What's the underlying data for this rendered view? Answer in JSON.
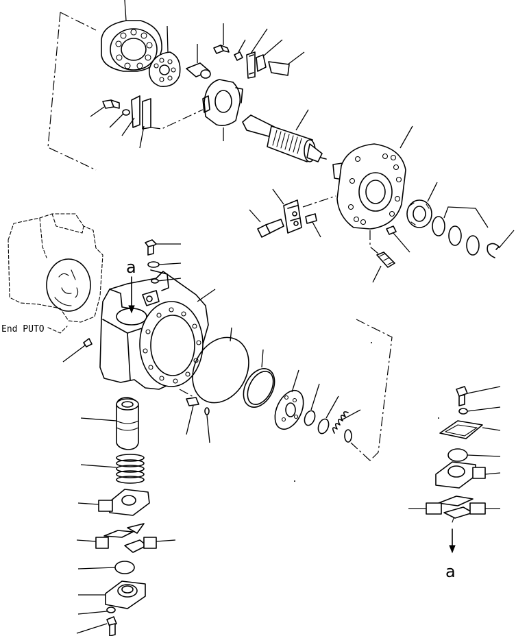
{
  "diagram": {
    "view_label": "End PUTO",
    "reference_letter_top": "a",
    "reference_letter_bottom": "a"
  }
}
